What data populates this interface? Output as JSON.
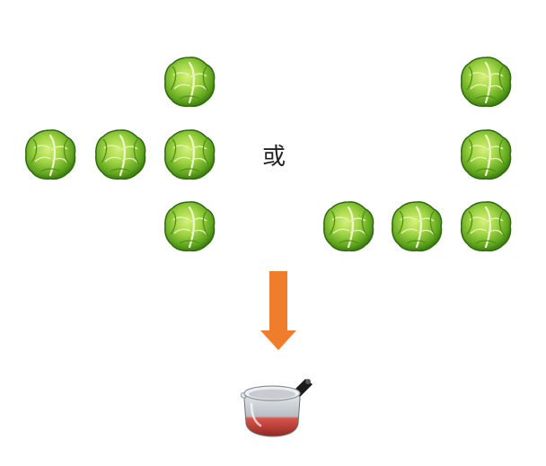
{
  "connector_text": "或",
  "colors": {
    "cabbage_light": "#b8e25a",
    "cabbage_mid": "#7cc02c",
    "cabbage_dark": "#3f7f12",
    "arrow": "#f07d2c",
    "pot_red": "#c8413a",
    "pot_steel": "#c9ced3"
  },
  "icons": {
    "cabbage": "cabbage-icon",
    "arrow": "down-arrow-icon",
    "pot": "cooking-pot-icon"
  },
  "left_group": {
    "cabbage_count": 5
  },
  "right_group": {
    "cabbage_count": 5
  }
}
